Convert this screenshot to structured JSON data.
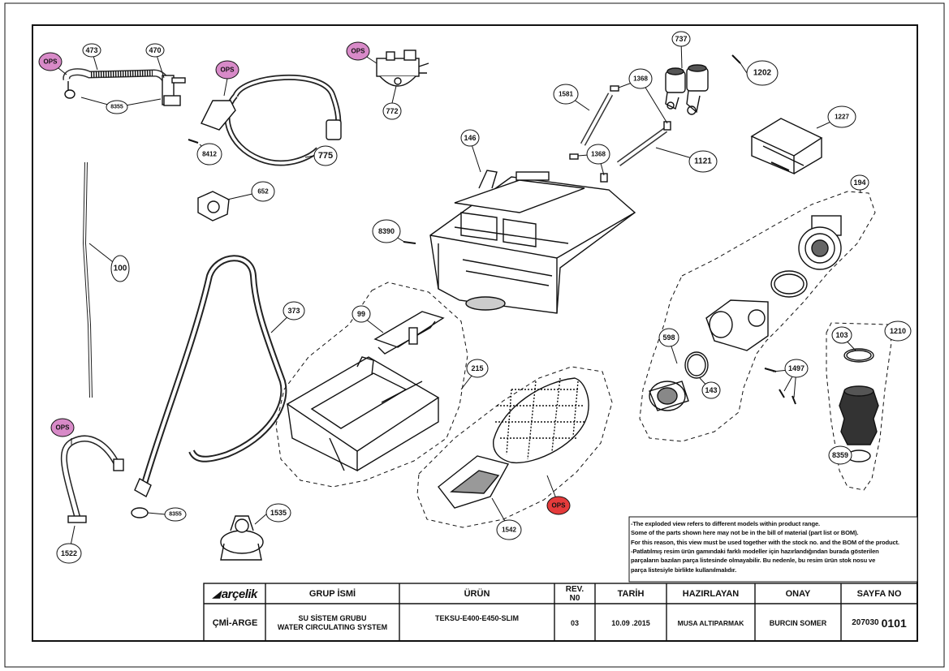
{
  "callouts": {
    "c473": "473",
    "c470": "470",
    "c8355a": "8355",
    "c772": "772",
    "c737": "737",
    "c1202": "1202",
    "c1368a": "1368",
    "c1581": "1581",
    "c1368b": "1368",
    "c1121": "1121",
    "c1227": "1227",
    "c146": "146",
    "c8412": "8412",
    "c775": "775",
    "c652": "652",
    "c8390": "8390",
    "c194": "194",
    "c100": "100",
    "c373": "373",
    "c99": "99",
    "c215": "215",
    "c598": "598",
    "c143": "143",
    "c103": "103",
    "c1210": "1210",
    "c1497": "1497",
    "c8359": "8359",
    "c8355b": "8355",
    "c1535": "1535",
    "c1522": "1522",
    "c1542": "1542"
  },
  "ops_badges": {
    "ops1": "OPS",
    "ops2": "OPS",
    "ops3": "OPS",
    "ops4": "OPS",
    "ops5": "OPS"
  },
  "colors": {
    "ops_pink": "#d88ac8",
    "ops_red": "#e53b3b",
    "line": "#111111"
  },
  "notes": [
    "-The exploded view refers to different models within product range.",
    "Some of the parts shown here may not be in the bill of material (part list or BOM).",
    "For this reason, this view must be used together with the stock no. and the BOM of the product.",
    "-Patlatılmış resim ürün gamındaki farklı modeller için hazırlandığından burada gösterilen",
    "parçaların bazıları parça listesinde olmayabilir. Bu nedenle, bu resim ürün stok nosu ve",
    "parça listesiyle birlikte kullanılmalıdır."
  ],
  "title_block": {
    "logo": "arçelik",
    "headers": {
      "grup": "GRUP İSMİ",
      "urun": "ÜRÜN",
      "rev": "REV.\nN0",
      "tarih": "TARİH",
      "hazirlayan": "HAZIRLAYAN",
      "onay": "ONAY",
      "sayfa": "SAYFA NO"
    },
    "values": {
      "dept": "ÇMİ-ARGE",
      "grup_line1": "SU SİSTEM GRUBU",
      "grup_line2": "WATER CIRCULATING SYSTEM",
      "urun": "TEKSU-E400-E450-SLIM",
      "rev": "03",
      "tarih": "10.09 .2015",
      "hazirlayan": "MUSA ALTIPARMAK",
      "onay": "BURCIN SOMER",
      "sayfa_prefix": "207030",
      "sayfa_suffix": "0101"
    }
  }
}
